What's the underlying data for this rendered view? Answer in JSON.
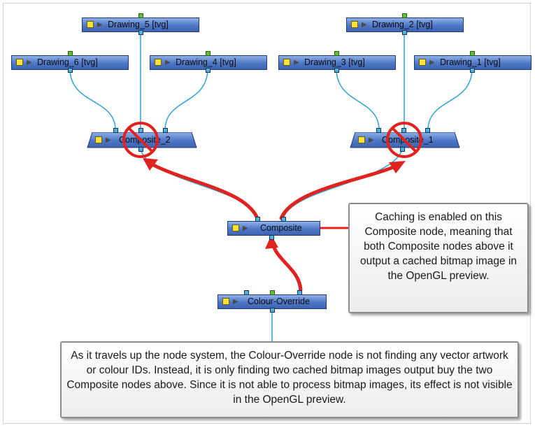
{
  "nodes": {
    "drawing_5": "Drawing_5  [tvg]",
    "drawing_6": "Drawing_6  [tvg]",
    "drawing_4": "Drawing_4  [tvg]",
    "drawing_2": "Drawing_2  [tvg]",
    "drawing_3": "Drawing_3  [tvg]",
    "drawing_1": "Drawing_1  [tvg]",
    "composite_2": "Composite_2",
    "composite_1": "Composite_1",
    "composite": "Composite",
    "colour_override": "Colour-Override"
  },
  "callouts": {
    "caching": "Caching is enabled on this Composite node, meaning that both Composite nodes above it output a cached bitmap image in the OpenGL preview.",
    "colour_override": "As it travels up the node system, the Colour-Override node is not finding any vector artwork or colour IDs. Instead, it is only finding two cached bitmap images output buy the two Composite nodes above. Since it is not able to process bitmap images, its effect is not visible in the OpenGL preview."
  },
  "icons": {
    "node_thumbnail": "yellow-square-icon",
    "node_expand": "play-arrow-icon",
    "disabled_marker": "prohibited-icon",
    "flow_arrow": "red-arrow-icon"
  },
  "colors": {
    "node_blue": "#4d77c7",
    "wire": "#3aa6d8",
    "red_arrow": "#e0231f",
    "prohibited": "#e0231f",
    "port_green": "#5fc22e"
  }
}
